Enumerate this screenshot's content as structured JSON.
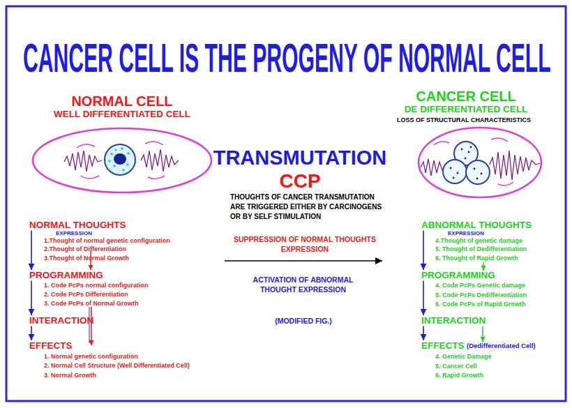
{
  "diagram": {
    "title": "CANCER CELL IS THE PROGENY OF NORMAL CELL",
    "nodes": [
      {
        "text": [
          "NORMAL THOUGHTS"
        ]
      },
      {
        "text": [
          "PROGRAMMING"
        ]
      },
      {
        "text": [
          "INTERACTION"
        ]
      },
      {
        "text": [
          "EFFECTS"
        ]
      },
      {
        "text": [
          "ABNORMAL THOUGHTS"
        ]
      },
      {
        "text": [
          "PROGRAMMING"
        ]
      },
      {
        "text": [
          "INTERACTION"
        ]
      },
      {
        "text": [
          "EFFECTS"
        ]
      }
    ],
    "edges": [
      {
        "from": 0,
        "to": 1,
        "arrow": "to"
      },
      {
        "from": 1,
        "to": 2,
        "arrow": "to"
      },
      {
        "from": 2,
        "to": 3,
        "arrow": "to"
      },
      {
        "from": 4,
        "to": 5,
        "arrow": "to"
      },
      {
        "from": 5,
        "to": 6,
        "arrow": "to"
      },
      {
        "from": 6,
        "to": 7,
        "arrow": "to"
      }
    ],
    "labels": [
      "NORMAL CELL",
      "WELL DIFFERENTIATED CELL",
      "TRANSMUTATION",
      "CCP",
      "THOUGHTS OF CANCER TRANSMUTATION ARE TRIGGERED EITHER BY CARCINOGENS OR BY SELF STIMULATION",
      "CANCER CELL",
      "DE DIFFERENTIATED CELL",
      "LOSS OF STRUCTURAL CHARACTERISTICS",
      "EXPRESSION",
      "1.Thought of normal genetic configuration",
      "2.Thought of Differentiation",
      "3.Thought of Normal Growth",
      "SUPPRESSION OF NORMAL THOUGHTS EXPRESSION",
      "EXPRESSION",
      "4.Thought of genetic damage",
      "5. Thought of Dedifferentiation",
      "6. Thought of Rapid Growth",
      "1. Code PcPs normal configuration",
      "2. Code PcPs Differentiation",
      "3. Code PcPs of Normal Growth",
      "ACTIVATION OF ABNORMAL THOUGHT EXPRESSION",
      "4. Code PcPs Genetic damage",
      "5. Code PcPs Dedifferentiation",
      "6. Code PcPs of Rapid Growth",
      "(MODIFIED FIG.)",
      "1. Normal genetic configuration",
      "2. Normal Cell Structure (Well Differentiated Cell)",
      "3. Normal Growth",
      "(Dedifferentiated Cell)",
      "4. Genetic Damage",
      "5. Cancer Cell",
      "6. Rapid Growth"
    ]
  }
}
